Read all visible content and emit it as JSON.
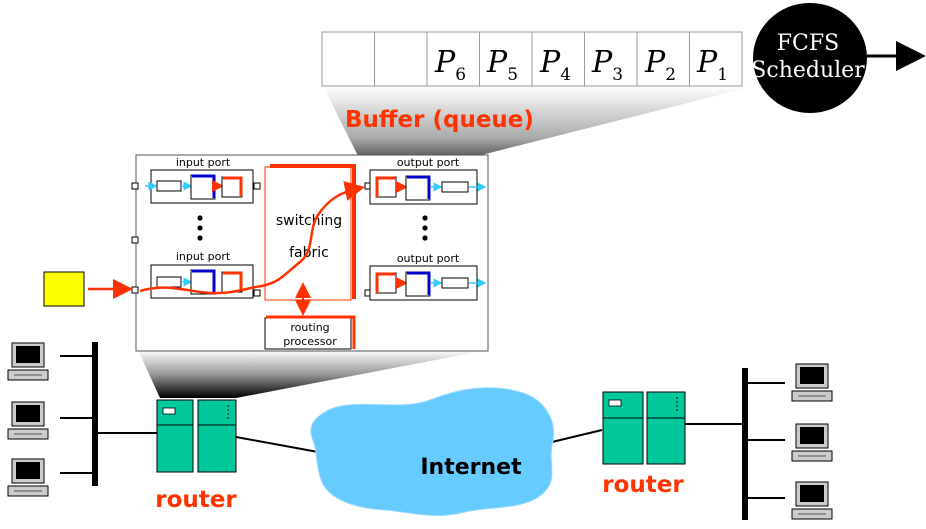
{
  "buffer": {
    "label": "Buffer (queue)",
    "packets": [
      {
        "letter": "P",
        "index": "6"
      },
      {
        "letter": "P",
        "index": "5"
      },
      {
        "letter": "P",
        "index": "4"
      },
      {
        "letter": "P",
        "index": "3"
      },
      {
        "letter": "P",
        "index": "2"
      },
      {
        "letter": "P",
        "index": "1"
      }
    ]
  },
  "scheduler": {
    "line1": "FCFS",
    "line2": "Scheduler"
  },
  "router_internals": {
    "input_port_top": "input port",
    "input_port_bottom": "input port",
    "output_port_top": "output port",
    "output_port_bottom": "output port",
    "switching_fabric_line1": "switching",
    "switching_fabric_line2": "fabric",
    "routing_processor_line1": "routing",
    "routing_processor_line2": "processor"
  },
  "network": {
    "internet_label": "Internet",
    "router_left_label": "router",
    "router_right_label": "router"
  },
  "colors": {
    "accent_red": "#ff3300",
    "router_green": "#00c89a",
    "cloud_blue": "#66ccff",
    "packet_yellow": "#ffff00",
    "port_blue": "#0000cc",
    "port_cyan": "#33ccff"
  }
}
